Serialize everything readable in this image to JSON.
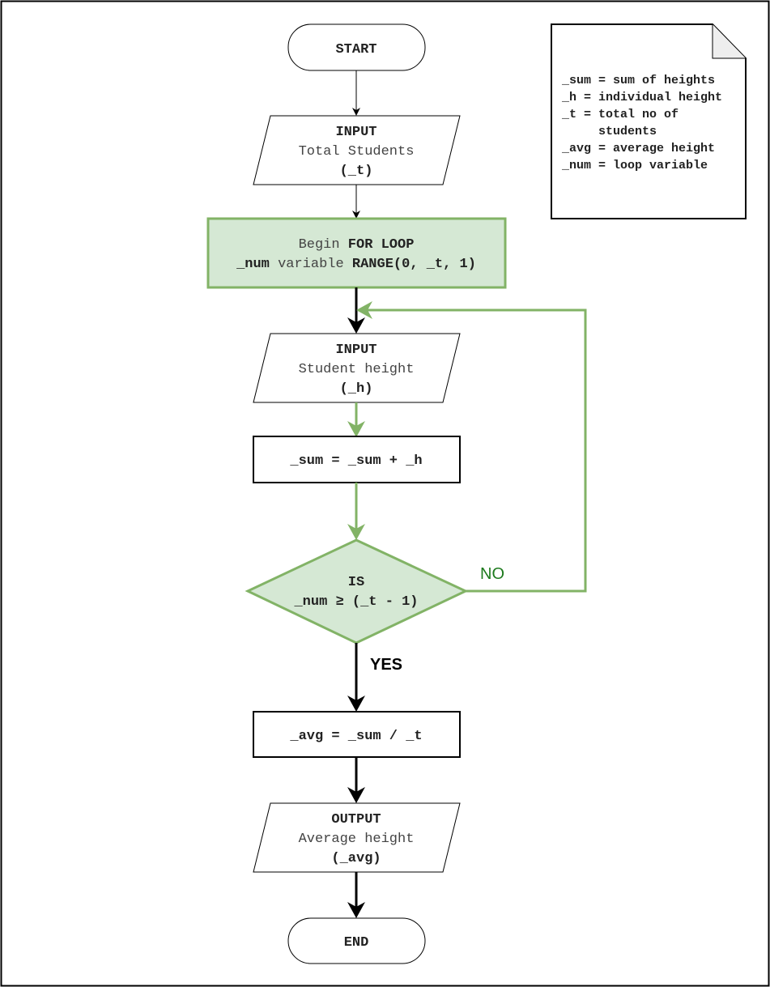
{
  "colors": {
    "frame": "#000000",
    "box_stroke": "#000000",
    "green_fill": "#d5e8d4",
    "green_stroke": "#82b366",
    "no_label": "#1e7a1e",
    "arrow_black": "#000000"
  },
  "start": {
    "label": "START"
  },
  "input_total": {
    "title": "INPUT",
    "line": "Total Students",
    "var": "(_t)"
  },
  "for_loop": {
    "begin": "Begin",
    "keyword": "FOR LOOP",
    "var": "_num",
    "var_word": "variable",
    "range": "RANGE(0, _t, 1)"
  },
  "input_height": {
    "title": "INPUT",
    "line": "Student height",
    "var": "(_h)"
  },
  "sum_step": {
    "text": "_sum = _sum + _h"
  },
  "decision": {
    "line1": "IS",
    "line2": "_num ≥ (_t - 1)"
  },
  "branch_no": "NO",
  "branch_yes": "YES",
  "avg_step": {
    "text": "_avg = _sum / _t"
  },
  "output_avg": {
    "title": "OUTPUT",
    "line": "Average height",
    "var": "(_avg)"
  },
  "end": {
    "label": "END"
  },
  "legend": {
    "lines": [
      "_sum = sum of heights",
      "_h = individual height",
      "_t = total no of",
      "     students",
      "_avg = average height",
      "_num = loop variable"
    ]
  }
}
